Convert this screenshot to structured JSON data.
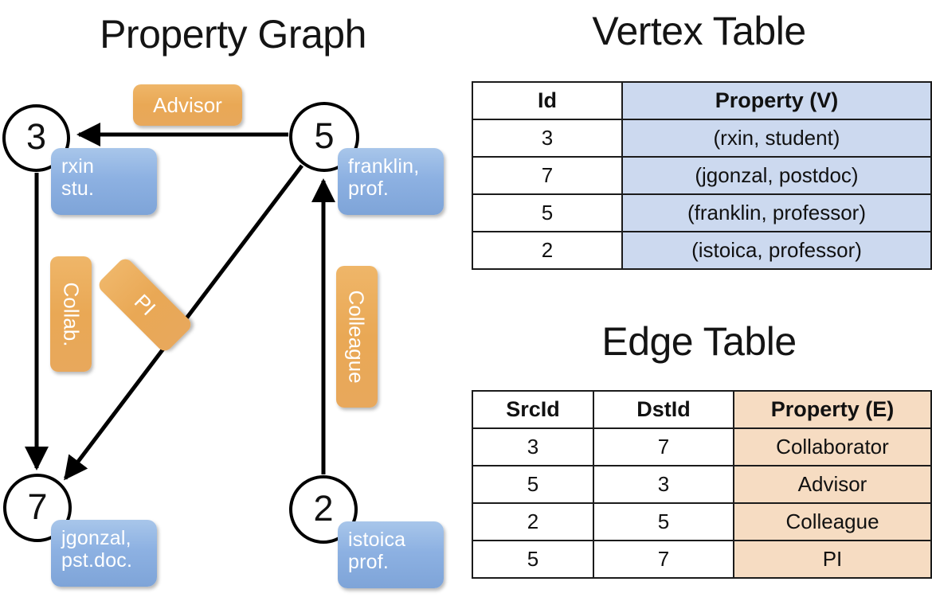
{
  "titles": {
    "property_graph": "Property Graph",
    "vertex_table": "Vertex Table",
    "edge_table": "Edge Table"
  },
  "graph": {
    "nodes": [
      {
        "id": "3",
        "property": "rxin\nstu.",
        "line1": "rxin",
        "line2": "stu."
      },
      {
        "id": "5",
        "property": "franklin,\nprof.",
        "line1": "franklin,",
        "line2": "prof."
      },
      {
        "id": "7",
        "property": "jgonzal,\npst.doc.",
        "line1": "jgonzal,",
        "line2": "pst.doc."
      },
      {
        "id": "2",
        "property": "istoica\nprof.",
        "line1": "istoica",
        "line2": "prof."
      }
    ],
    "edge_labels": [
      {
        "label": "Advisor",
        "from": "5",
        "to": "3"
      },
      {
        "label": "Collab.",
        "from": "3",
        "to": "7"
      },
      {
        "label": "PI",
        "from": "5",
        "to": "7"
      },
      {
        "label": "Colleague",
        "from": "2",
        "to": "5"
      }
    ]
  },
  "vertex_table": {
    "headers": [
      "Id",
      "Property (V)"
    ],
    "rows": [
      {
        "id": "3",
        "property": "(rxin, student)"
      },
      {
        "id": "7",
        "property": "(jgonzal, postdoc)"
      },
      {
        "id": "5",
        "property": "(franklin, professor)"
      },
      {
        "id": "2",
        "property": "(istoica, professor)"
      }
    ]
  },
  "edge_table": {
    "headers": [
      "SrcId",
      "DstId",
      "Property (E)"
    ],
    "rows": [
      {
        "src": "3",
        "dst": "7",
        "property": "Collaborator"
      },
      {
        "src": "5",
        "dst": "3",
        "property": "Advisor"
      },
      {
        "src": "2",
        "dst": "5",
        "property": "Colleague"
      },
      {
        "src": "5",
        "dst": "7",
        "property": "PI"
      }
    ]
  },
  "colors": {
    "vertex_box": "#8db1e2",
    "edge_box": "#e9a855",
    "vertex_cell": "#ccd9ef",
    "edge_cell": "#f6dcc2",
    "stroke": "#000000"
  }
}
